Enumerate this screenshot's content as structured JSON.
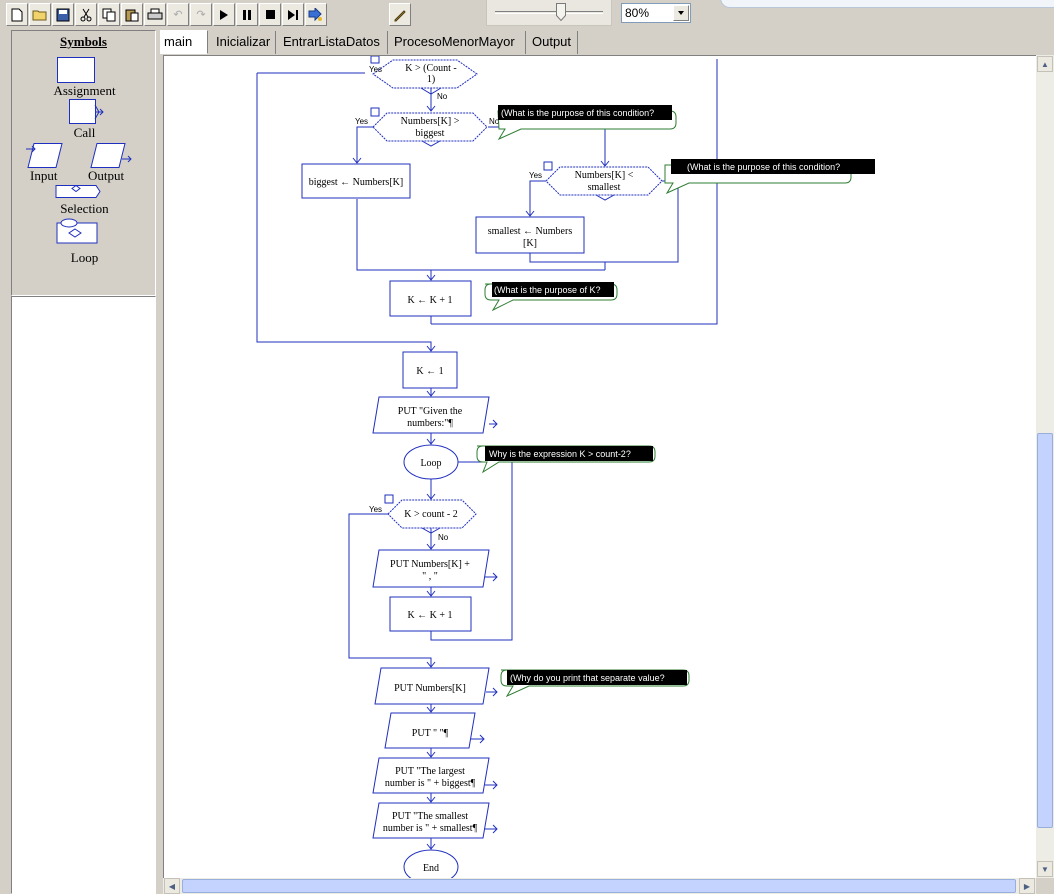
{
  "toolbar": {
    "buttons": [
      {
        "name": "new-icon"
      },
      {
        "name": "open-icon"
      },
      {
        "name": "save-icon"
      },
      {
        "name": "cut-icon"
      },
      {
        "name": "copy-icon"
      },
      {
        "name": "paste-icon"
      },
      {
        "name": "print-icon"
      },
      {
        "name": "undo-icon"
      },
      {
        "name": "redo-icon"
      },
      {
        "name": "play-icon"
      },
      {
        "name": "pause-icon"
      },
      {
        "name": "stop-icon"
      },
      {
        "name": "step-icon"
      },
      {
        "name": "step-into-icon"
      },
      {
        "name": "pen-icon"
      }
    ],
    "zoom": {
      "value": "80%",
      "slider_fraction": 0.62
    }
  },
  "symbols": {
    "title": "Symbols",
    "assignment": "Assignment",
    "call": "Call",
    "input": "Input",
    "output": "Output",
    "selection": "Selection",
    "loop": "Loop"
  },
  "tabs": [
    {
      "label": "main",
      "active": true
    },
    {
      "label": "Inicializar",
      "active": false
    },
    {
      "label": "EntrarListaDatos",
      "active": false
    },
    {
      "label": "ProcesoMenorMayor",
      "active": false
    },
    {
      "label": "Output",
      "active": false
    }
  ],
  "flow": {
    "yes": "Yes",
    "no": "No",
    "d1a": "K > (Count  -",
    "d1b": "1)",
    "d2a": "Numbers[K] >",
    "d2b": "biggest",
    "a_biggest": "biggest ← Numbers[K]",
    "d3a": "Numbers[K] <",
    "d3b": "smallest",
    "a_smallest_a": "smallest ← Numbers",
    "a_smallest_b": "[K]",
    "a_k1": "K ← K  +  1",
    "a_k_init": "K ← 1",
    "p_given_a": "PUT \"Given the",
    "p_given_b": "numbers:\"¶",
    "loop": "Loop",
    "d4": "K > count - 2",
    "p_nums_a": "PUT Numbers[K] +",
    "p_nums_b": "\" , \"",
    "a_k2": "K ← K + 1",
    "p_numk": "PUT Numbers[K]",
    "p_space": "PUT \"  \"¶",
    "p_largest_a": "PUT \"The largest",
    "p_largest_b": "number is \" + biggest¶",
    "p_smallest_a": "PUT \"The smallest",
    "p_smallest_b": "number is \" + smallest¶",
    "end": "End"
  },
  "comments": {
    "c1": "(What is the purpose of this condition?",
    "c2": "(What is the purpose of this condition?",
    "c3": "(What is the purpose of K?",
    "c4": "Why is the expression K > count-2?",
    "c5": "(Why do you print that separate value?"
  },
  "colors": {
    "flow": "#1f2fbf",
    "comment_border": "#2e7d32",
    "comment_bg": "#000000"
  }
}
